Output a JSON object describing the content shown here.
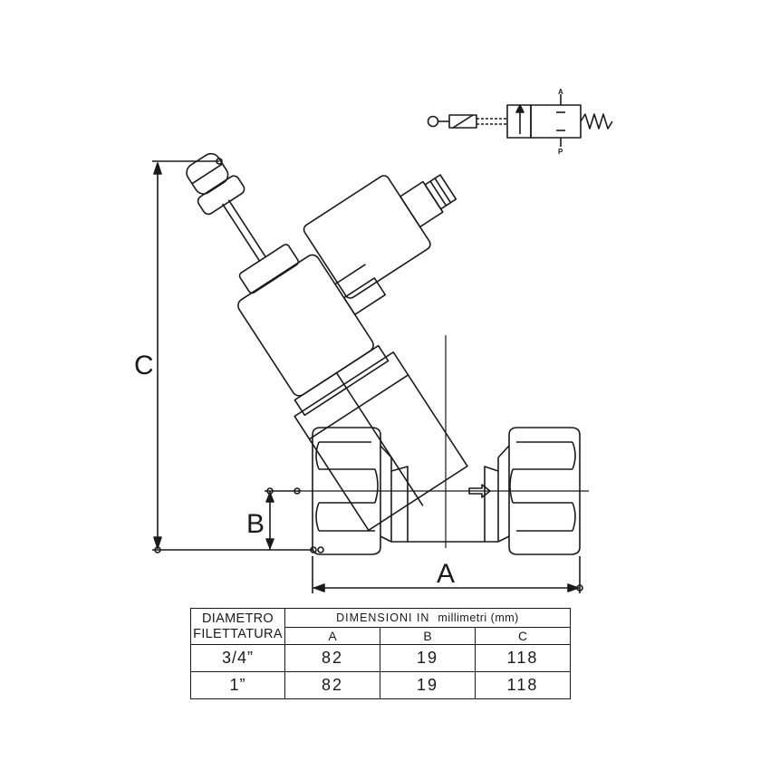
{
  "dimension_labels": {
    "A": "A",
    "B": "B",
    "C": "C"
  },
  "symbol_ports": {
    "top": "A",
    "bottom": "P"
  },
  "table": {
    "header_left": "DIAMETRO",
    "header_left_2": "FILETTATURA",
    "header_main": "DIMENSIONI IN",
    "header_unit": "millimetri (mm)",
    "columns": [
      "A",
      "B",
      "C"
    ],
    "rows": [
      {
        "size": "3/4”",
        "A": "82",
        "B": "19",
        "C": "118"
      },
      {
        "size": "1”",
        "A": "82",
        "B": "19",
        "C": "118"
      }
    ]
  }
}
